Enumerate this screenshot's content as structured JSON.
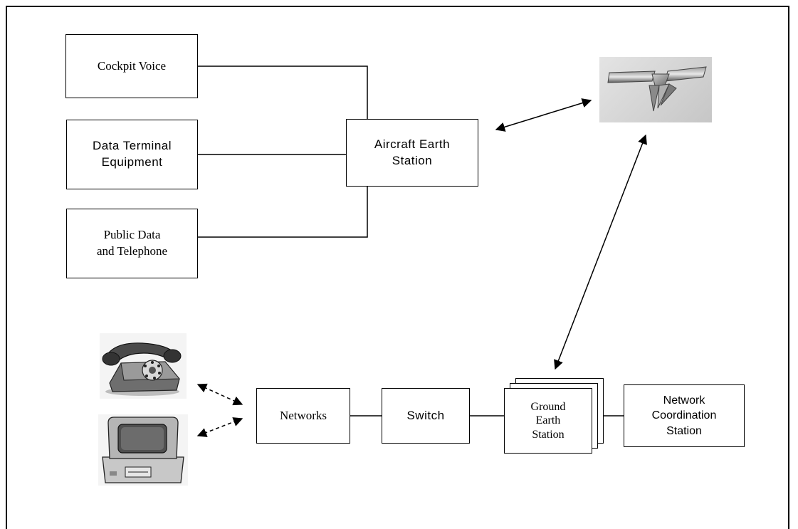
{
  "boxes": {
    "cockpit_voice": "Cockpit Voice",
    "data_terminal": "Data Terminal\nEquipment",
    "public_data": "Public Data\nand Telephone",
    "aircraft_earth_station": "Aircraft Earth\nStation",
    "networks": "Networks",
    "switch": "Switch",
    "ground_earth_station": "Ground\nEarth\nStation",
    "network_coordination_station": "Network\nCoordination\nStation"
  },
  "icons": {
    "satellite": "satellite-icon",
    "telephone": "telephone-icon",
    "computer": "computer-terminal-icon"
  },
  "colors": {
    "line": "#000000",
    "box_fill": "#ffffff",
    "satellite_bg": "#cfcfcf"
  }
}
